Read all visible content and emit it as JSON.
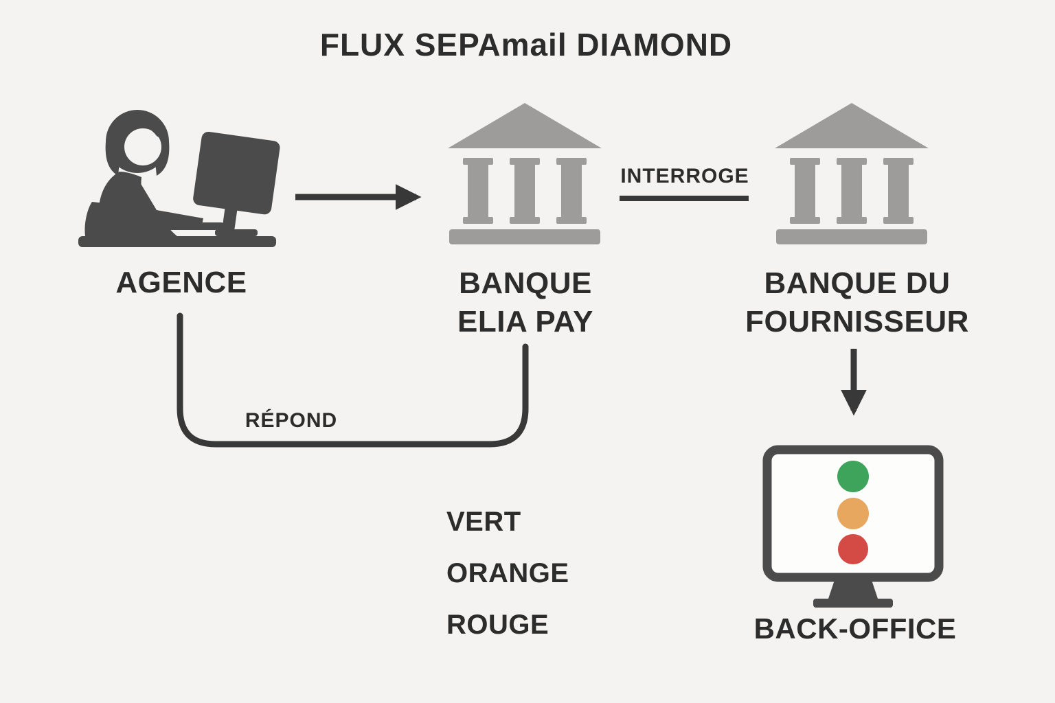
{
  "title": "FLUX SEPAmail DIAMOND",
  "nodes": {
    "agence": {
      "label": "AGENCE"
    },
    "banque_elia_pay": {
      "label_line1": "BANQUE",
      "label_line2": "ELIA PAY"
    },
    "banque_fournisseur": {
      "label_line1": "BANQUE DU",
      "label_line2": "FOURNISSEUR"
    },
    "back_office": {
      "label": "BACK-OFFICE"
    }
  },
  "edges": {
    "interroge": {
      "label": "INTERROGE"
    },
    "repond": {
      "label": "RÉPOND"
    }
  },
  "statuses": [
    {
      "label": "VERT",
      "color": "#3fa45b"
    },
    {
      "label": "ORANGE",
      "color": "#e8a75f"
    },
    {
      "label": "ROUGE",
      "color": "#d44a45"
    }
  ]
}
